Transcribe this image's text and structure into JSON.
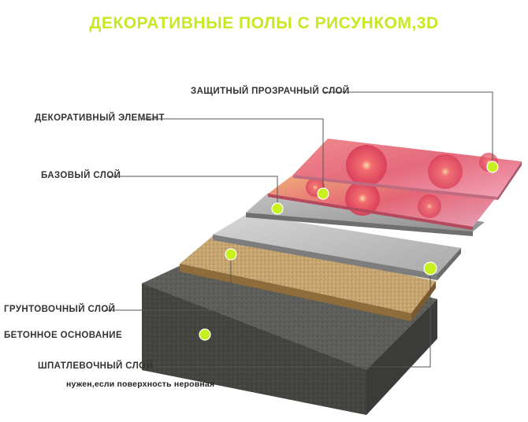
{
  "title": "ДЕКОРАТИВНЫЕ  ПОЛЫ С РИСУНКОМ,3D",
  "labels": {
    "protective_layer": "ЗАЩИТНЫЙ ПРОЗРАЧНЫЙ СЛОЙ",
    "decorative_element": "ДЕКОРАТИВНЫЙ ЭЛЕМЕНТ",
    "base_layer": "БАЗОВЫЙ СЛОЙ",
    "primer_layer": "ГРУНТОВОЧНЫЙ СЛОЙ",
    "concrete_base": "БЕТОННОЕ ОСНОВАНИЕ",
    "putty_layer": "ШПАТЛЕВОЧНЫЙ СЛОЙ",
    "putty_note": "нужен,если поверхность неровная"
  },
  "colors": {
    "title": "#c6ea22",
    "marker": "#c6f01e",
    "label_text": "#333333",
    "leader_line": "#555555"
  }
}
